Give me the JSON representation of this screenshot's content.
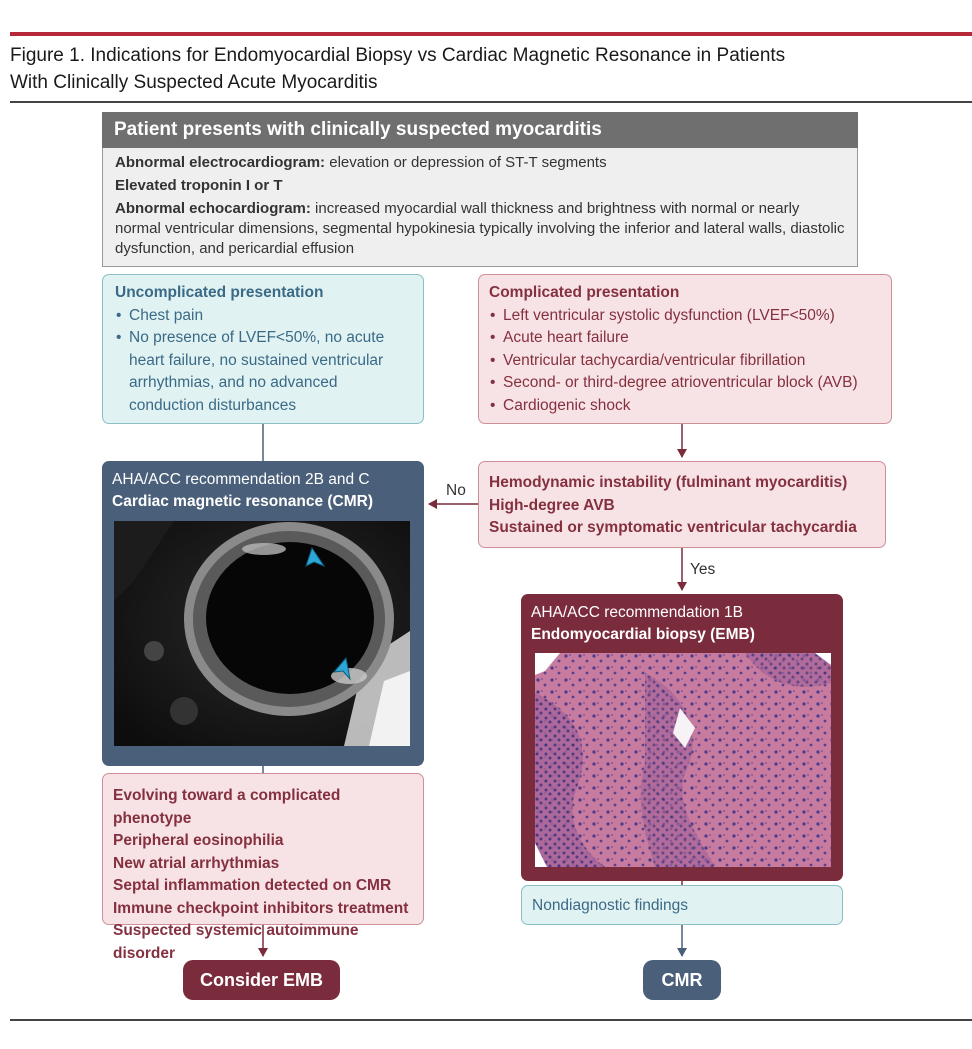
{
  "figure": {
    "title_line1": "Figure 1. Indications for Endomyocardial Biopsy vs Cardiac Magnetic Resonance in Patients",
    "title_line2": "With Clinically Suspected Acute Myocarditis"
  },
  "presents": {
    "heading": "Patient presents with clinically suspected myocarditis",
    "ecg_label": "Abnormal electrocardiogram:",
    "ecg_text": " elevation or depression of ST-T segments",
    "troponin": "Elevated troponin I or T",
    "echo_label": "Abnormal echocardiogram:",
    "echo_text": " increased myocardial wall thickness and brightness with normal or nearly normal ventricular dimensions, segmental hypokinesia typically involving the inferior and lateral walls, diastolic dysfunction, and pericardial effusion"
  },
  "uncomplicated": {
    "heading": "Uncomplicated presentation",
    "items": [
      "Chest pain",
      "No presence of LVEF<50%, no acute heart failure, no sustained ventricular arrhythmias, and no advanced conduction disturbances"
    ]
  },
  "complicated": {
    "heading": "Complicated presentation",
    "items": [
      "Left ventricular systolic dysfunction (LVEF<50%)",
      "Acute heart failure",
      "Ventricular tachycardia/ventricular fibrillation",
      "Second- or third-degree atrioventricular block (AVB)",
      "Cardiogenic shock"
    ]
  },
  "decision": {
    "lines": [
      "Hemodynamic instability (fulminant myocarditis)",
      "High-degree AVB",
      "Sustained or symptomatic ventricular tachycardia"
    ],
    "no_label": "No",
    "yes_label": "Yes"
  },
  "cmr": {
    "rec": "AHA/ACC recommendation 2B and C",
    "title": "Cardiac magnetic resonance (CMR)"
  },
  "emb": {
    "rec": "AHA/ACC recommendation 1B",
    "title": "Endomyocardial biopsy (EMB)"
  },
  "evolving": {
    "lines": [
      "Evolving toward a complicated phenotype",
      "Peripheral eosinophilia",
      "New atrial arrhythmias",
      "Septal inflammation detected on CMR",
      "Immune checkpoint inhibitors treatment",
      "Suspected systemic autoimmune disorder"
    ]
  },
  "nondiagnostic": "Nondiagnostic findings",
  "outcomes": {
    "consider_emb": "Consider EMB",
    "cmr": "CMR"
  },
  "colors": {
    "brand_red": "#b5293a",
    "maroon": "#7b2c3c",
    "slate_blue": "#4a5f79",
    "light_teal": "#e1f2f3",
    "light_pink": "#f7e3e5",
    "arrow_cyan": "#2fa6d8"
  }
}
